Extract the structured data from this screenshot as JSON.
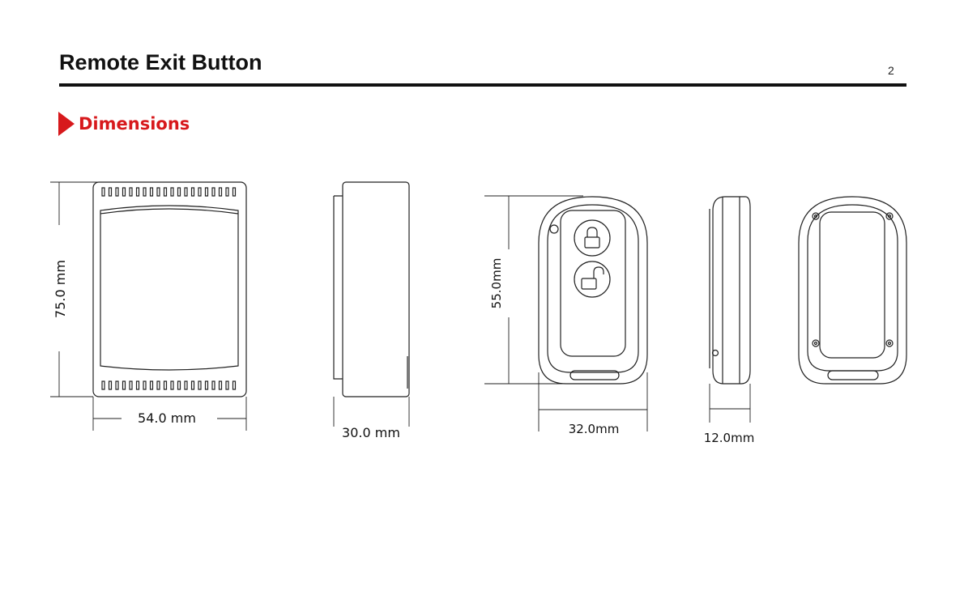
{
  "header": {
    "title": "Remote Exit Button",
    "page_number": "2"
  },
  "section": {
    "heading": "Dimensions",
    "marker_color": "#d7191c"
  },
  "dimensions": {
    "button_height": "75.0 mm",
    "button_width": "54.0 mm",
    "button_depth": "30.0 mm",
    "remote_height": "55.0mm",
    "remote_width": "32.0mm",
    "remote_depth": "12.0mm"
  },
  "icons": {
    "lock": "lock-icon",
    "unlock": "unlock-icon",
    "arrow": "triangle-right-icon"
  }
}
